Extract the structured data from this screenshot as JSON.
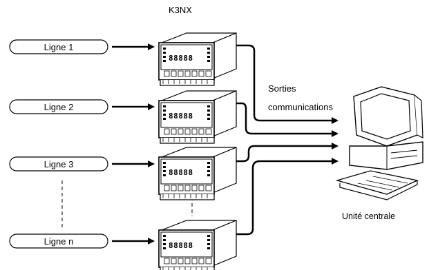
{
  "device_label": "K3NX",
  "lines": [
    {
      "label": "Ligne 1"
    },
    {
      "label": "Ligne 2"
    },
    {
      "label": "Ligne 3"
    },
    {
      "label": "Ligne n"
    }
  ],
  "outputs_label_line1": "Sorties",
  "outputs_label_line2": "communications",
  "cpu_label": "Unité centrale",
  "meter_display": "88888"
}
